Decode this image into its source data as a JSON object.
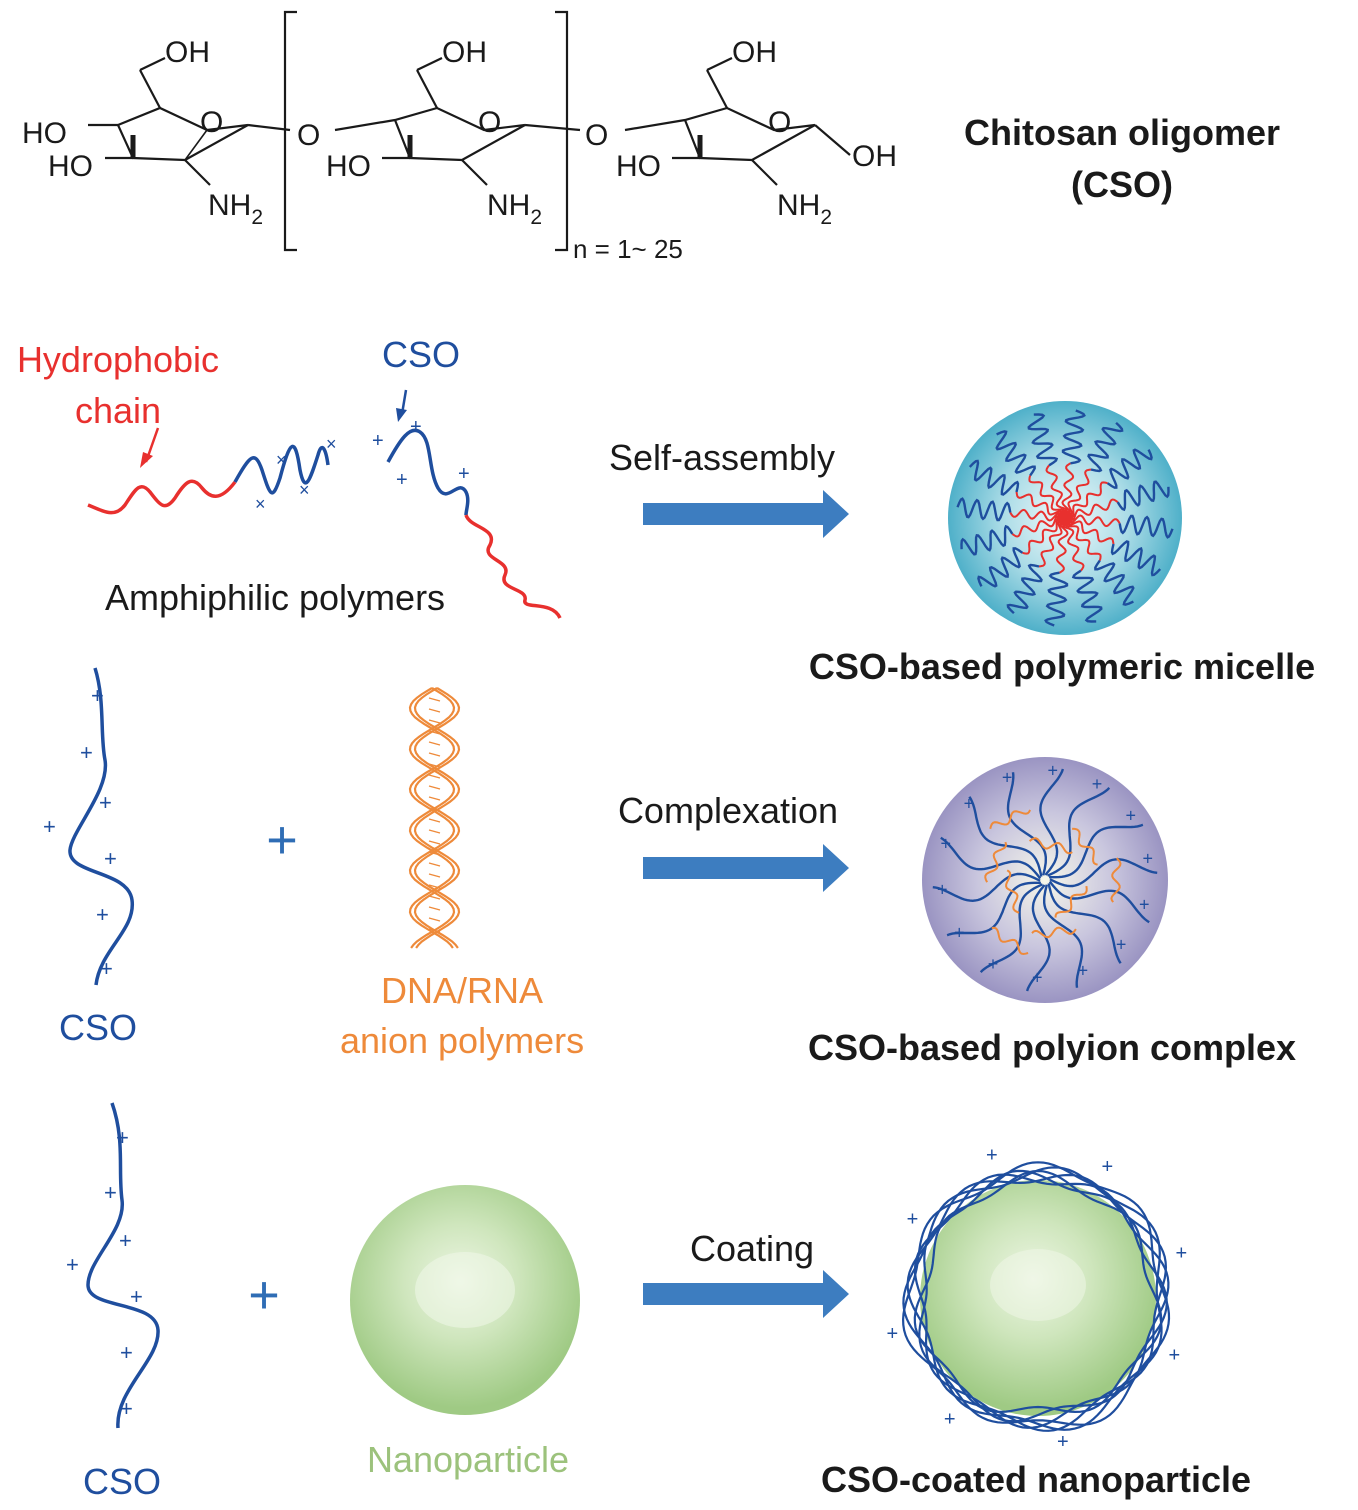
{
  "structure": {
    "oh": "OH",
    "ho": "HO",
    "o": "O",
    "nh": "NH",
    "sub2": "2",
    "repeat": "n = 1~ 25",
    "name_line1": "Chitosan oligomer",
    "name_line2": "(CSO)"
  },
  "row1": {
    "label_hydrophobic_1": "Hydrophobic",
    "label_hydrophobic_2": "chain",
    "label_cso": "CSO",
    "label_amphiphilic": "Amphiphilic polymers",
    "arrow_label": "Self-assembly",
    "product": "CSO-based polymeric micelle"
  },
  "row2": {
    "label_cso": "CSO",
    "plus": "+",
    "label_dna_1": "DNA/RNA",
    "label_dna_2": "anion polymers",
    "arrow_label": "Complexation",
    "product": "CSO-based polyion complex"
  },
  "row3": {
    "label_cso": "CSO",
    "plus": "+",
    "label_np": "Nanoparticle",
    "arrow_label": "Coating",
    "product": "CSO-coated nanoparticle"
  },
  "colors": {
    "blue": "#1f4e9e",
    "red": "#e8302e",
    "orange": "#ee8a3a",
    "green_text": "#9cc27c",
    "arrow": "#3d7dc0",
    "micelle": "#5bb8d0",
    "complex": "#a9a4cc",
    "nanoparticle": "#a9cf8f"
  }
}
